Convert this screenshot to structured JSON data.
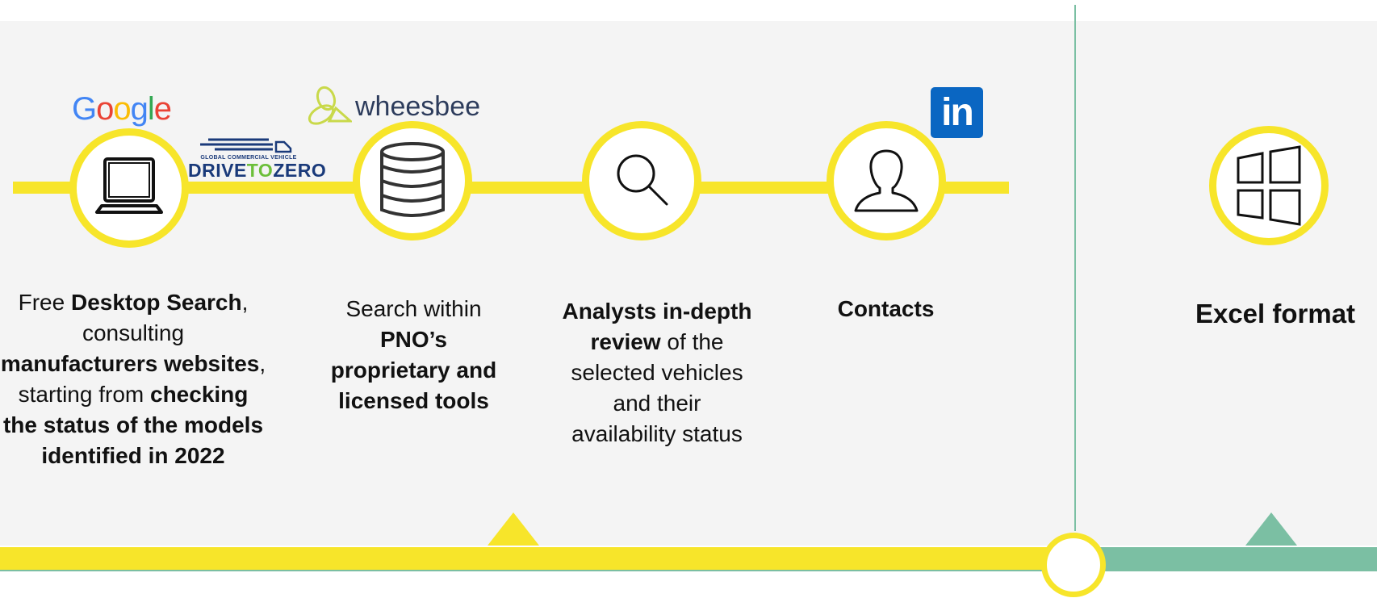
{
  "logos": {
    "google": [
      "G",
      "o",
      "o",
      "g",
      "l",
      "e"
    ],
    "drive_to_zero_small": "GLOBAL COMMERCIAL VEHICLE",
    "drive_to_zero_a": "DRIVE",
    "drive_to_zero_b": "TO",
    "drive_to_zero_c": "ZERO",
    "wheesbee": "wheesbee",
    "linkedin": "in"
  },
  "steps": [
    {
      "icon": "laptop-icon",
      "segments": [
        "Free ",
        "Desktop Search",
        ", consulting ",
        "manufacturers websites",
        ", starting from ",
        "checking the status of the models identified in 2022"
      ]
    },
    {
      "icon": "database-icon",
      "segments": [
        "Search within ",
        "PNO’s proprietary and licensed tools"
      ]
    },
    {
      "icon": "magnifier-icon",
      "segments": [
        "Analysts in-depth review",
        " of the selected vehicles and their availability status"
      ]
    },
    {
      "icon": "person-icon",
      "segments": [
        "Contacts"
      ]
    }
  ],
  "output": {
    "icon": "windows-icon",
    "label": "Excel format"
  },
  "colors": {
    "accent_yellow": "#f7e52a",
    "accent_green": "#7bbfa3",
    "panel": "#f4f4f4"
  }
}
